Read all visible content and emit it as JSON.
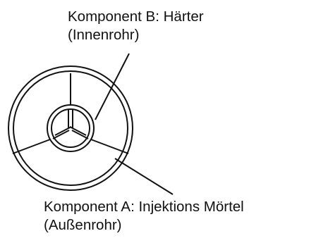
{
  "component_b": {
    "title": "Komponent B: Härter",
    "detail": "(Innenrohr)"
  },
  "component_a": {
    "title": "Komponent A: Injektions Mörtel",
    "detail": "(Außenrohr)"
  },
  "colors": {
    "line": "#111111",
    "background": "#ffffff"
  }
}
